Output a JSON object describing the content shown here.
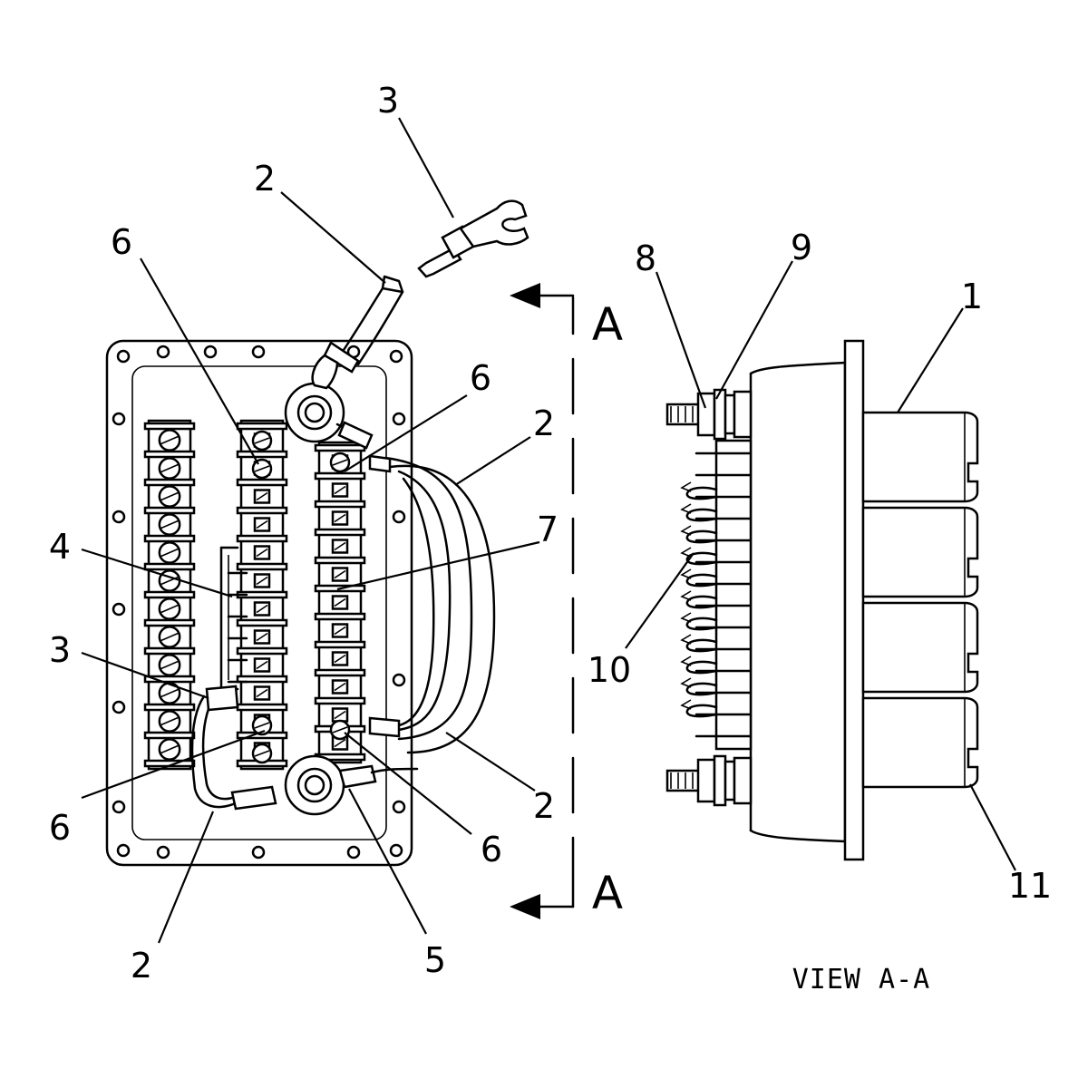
{
  "callouts": {
    "c1": "1",
    "c2_top": "2",
    "c2_right": "2",
    "c2_lowright": "2",
    "c2_bottom": "2",
    "c3_top": "3",
    "c3_left": "3",
    "c4": "4",
    "c5": "5",
    "c6_top_left": "6",
    "c6_top_right": "6",
    "c6_bottom_left": "6",
    "c6_bottom_right": "6",
    "c7": "7",
    "c8": "8",
    "c9": "9",
    "c10": "10",
    "c11": "11"
  },
  "section": {
    "top_label": "A",
    "bottom_label": "A",
    "view_caption": "VIEW  A-A"
  }
}
